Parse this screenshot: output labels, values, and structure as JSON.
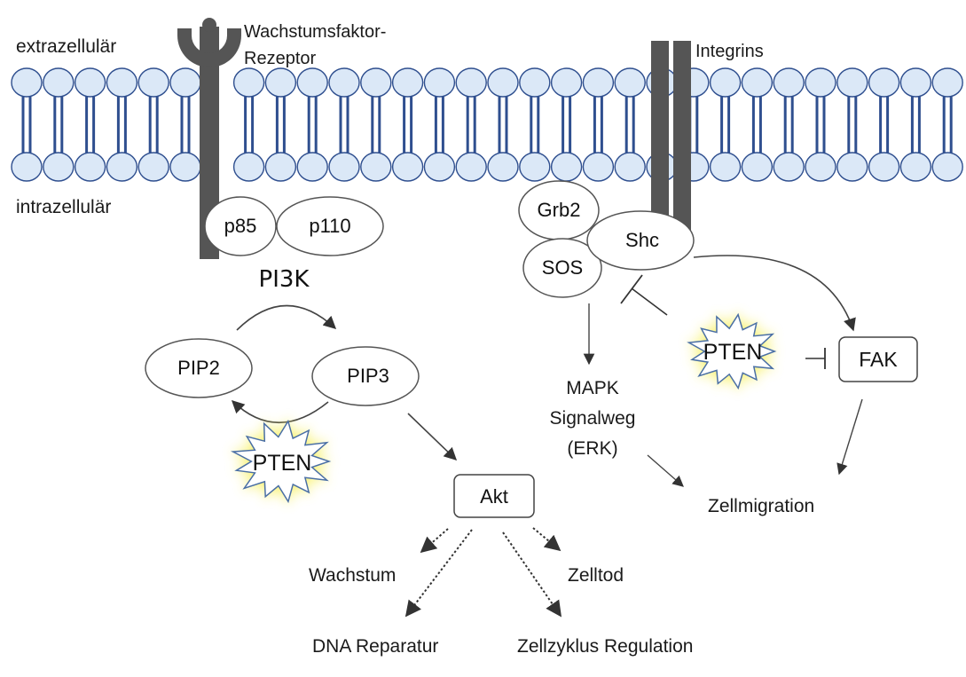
{
  "regions": {
    "extracellular": "extrazellulär",
    "intracellular": "intrazellulär"
  },
  "receptors": {
    "growth_factor_line1": "Wachstumsfaktor-",
    "growth_factor_line2": "Rezeptor",
    "integrins": "Integrins"
  },
  "pi3k": {
    "label": "PI3K",
    "subunit_p85": "p85",
    "subunit_p110": "p110"
  },
  "lipids": {
    "pip2": "PIP2",
    "pip3": "PIP3"
  },
  "pten": {
    "left": "PTEN",
    "right": "PTEN"
  },
  "adaptors": {
    "grb2": "Grb2",
    "sos": "SOS",
    "shc": "Shc"
  },
  "kinases": {
    "akt": "Akt",
    "fak": "FAK"
  },
  "mapk": {
    "line1": "MAPK",
    "line2": "Signalweg",
    "line3": "(ERK)"
  },
  "outcomes": {
    "wachstum": "Wachstum",
    "zelltod": "Zelltod",
    "dna_reparatur": "DNA Reparatur",
    "zellzyklus": "Zellzyklus Regulation",
    "zellmigration": "Zellmigration"
  },
  "colors": {
    "lipid_head_fill": "#dbe8f7",
    "lipid_stroke": "#2f4f8f",
    "receptor": "#555555",
    "arrow": "#333333",
    "pten_glow": "#f7f05a",
    "pten_fill": "#ffffff",
    "node_stroke": "#555555"
  },
  "icons": {
    "pten_shape": "starburst-icon"
  }
}
